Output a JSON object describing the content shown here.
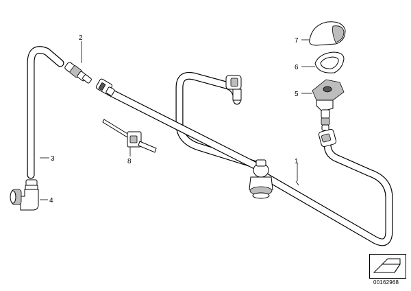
{
  "diagram": {
    "callouts": [
      {
        "id": "callout-1",
        "text": "1"
      },
      {
        "id": "callout-2",
        "text": "2"
      },
      {
        "id": "callout-3",
        "text": "3"
      },
      {
        "id": "callout-4",
        "text": "4"
      },
      {
        "id": "callout-5",
        "text": "5"
      },
      {
        "id": "callout-6",
        "text": "6"
      },
      {
        "id": "callout-7",
        "text": "7"
      },
      {
        "id": "callout-8",
        "text": "8"
      }
    ],
    "diagram_id": "00162968",
    "reference_icon": "sheet-reference-icon"
  }
}
